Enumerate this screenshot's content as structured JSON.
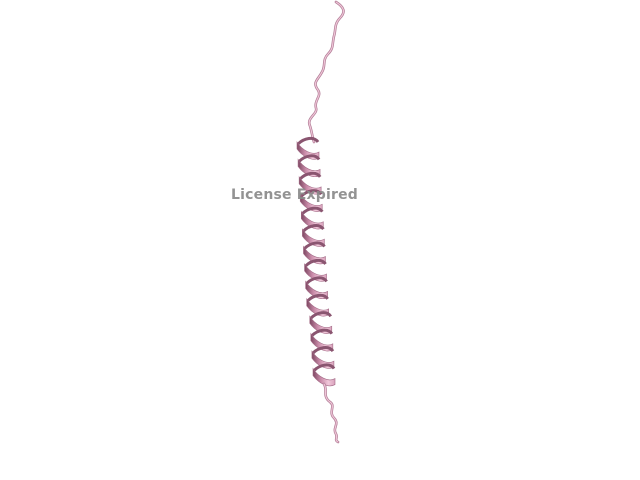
{
  "viewer": {
    "background_color": "#ffffff",
    "watermark_text": "License Expired",
    "watermark_color": "#8a8a8a"
  },
  "molecule": {
    "representation": "cartoon",
    "color": "#e8b4cc",
    "shade_color": "#9c5f7c",
    "secondary_structure": [
      "coil",
      "helix",
      "coil"
    ]
  }
}
